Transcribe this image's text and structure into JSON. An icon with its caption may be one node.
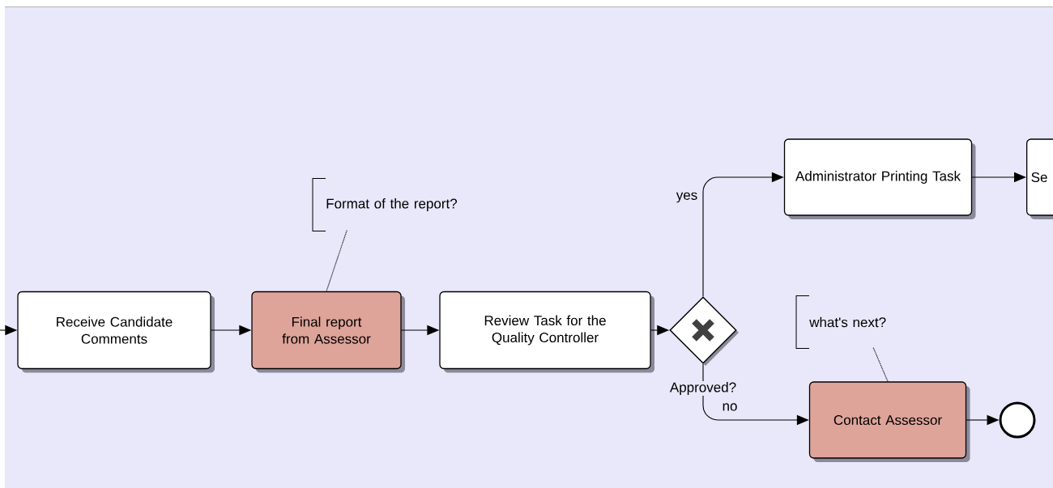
{
  "diagram": {
    "nodes": [
      {
        "text": [
          "Receive Candidate Comments"
        ]
      },
      {
        "text": [
          "Final report from Assessor"
        ]
      },
      {
        "text": [
          "Review Task for the Quality Controller"
        ]
      },
      {
        "text": [],
        "shape": "diamond",
        "beside": [
          "Approved?"
        ]
      },
      {
        "text": [
          "Administrator Printing Task"
        ]
      },
      {
        "text": [
          "Se"
        ]
      },
      {
        "text": [
          "Contact Assessor"
        ]
      },
      {
        "text": [],
        "shape": "circle"
      },
      {
        "text": [
          "Format of the report?"
        ]
      },
      {
        "text": [
          "what's next?"
        ]
      }
    ],
    "edges": [
      {
        "from": null,
        "to": 0,
        "arrow": "to"
      },
      {
        "from": 0,
        "to": 1,
        "arrow": "to"
      },
      {
        "from": 1,
        "to": 2,
        "arrow": "to"
      },
      {
        "from": 2,
        "to": 3,
        "arrow": "to"
      },
      {
        "from": 3,
        "to": 4,
        "arrow": "to",
        "label": "yes"
      },
      {
        "from": 4,
        "to": 5,
        "arrow": "to"
      },
      {
        "from": 3,
        "to": 6,
        "arrow": "to",
        "label": "no"
      },
      {
        "from": 6,
        "to": 7,
        "arrow": "to"
      },
      {
        "from": 8,
        "to": 1,
        "arrow": "none",
        "style": "dashed"
      },
      {
        "from": 9,
        "to": 6,
        "arrow": "none",
        "style": "dashed"
      }
    ]
  }
}
